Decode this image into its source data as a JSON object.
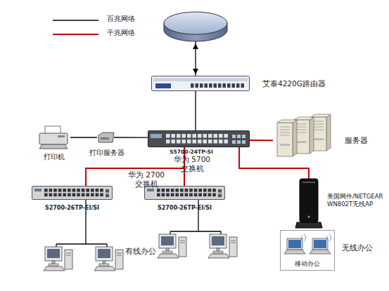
{
  "diagram": {
    "nodes": [
      {
        "text": [
          "艾泰4220G路由器"
        ]
      },
      {
        "text": [
          "S5700-24TP-SI",
          "华为 5700 交换机"
        ]
      },
      {
        "text": [
          "打印机"
        ]
      },
      {
        "text": [
          "打印服务器"
        ]
      },
      {
        "text": [
          "服务器"
        ]
      },
      {
        "text": [
          "S2700-26TP-EI/SI"
        ]
      },
      {
        "text": [
          "S2700-26TP-EI/SI"
        ]
      },
      {
        "text": [
          "美国网件/NETGEAR WN802T无线AP"
        ]
      },
      {
        "text": [
          "移动办公",
          "无线办公"
        ]
      }
    ],
    "edges": [
      {
        "from": 0,
        "to": 1,
        "arrow": "none"
      },
      {
        "from": 2,
        "to": 3,
        "arrow": "none"
      },
      {
        "from": 3,
        "to": 1,
        "arrow": "none"
      },
      {
        "from": 1,
        "to": 4,
        "arrow": "none"
      },
      {
        "from": 1,
        "to": 5,
        "arrow": "none"
      },
      {
        "from": 1,
        "to": 6,
        "arrow": "none"
      },
      {
        "from": 1,
        "to": 7,
        "arrow": "none"
      }
    ],
    "labels": [
      "华为 2700 交换机",
      "有线办公"
    ],
    "legend": [
      {
        "text": "百兆网络"
      },
      {
        "text": "千兆网络"
      }
    ]
  }
}
